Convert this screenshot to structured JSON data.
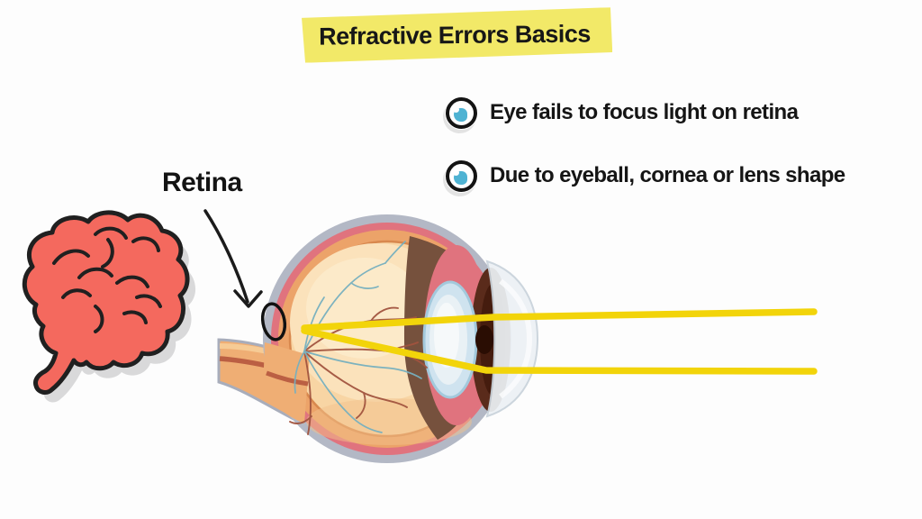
{
  "title": {
    "text": "Refractive Errors Basics"
  },
  "bullets": [
    {
      "icon": "eye-icon",
      "text": "Eye fails to focus light on retina"
    },
    {
      "icon": "eye-icon",
      "text": "Due to eyeball, cornea or lens shape"
    }
  ],
  "diagram": {
    "retina_label": "Retina",
    "parts": [
      "brain",
      "optic-nerve",
      "eyeball-cross-section",
      "lens",
      "cornea",
      "pupil",
      "retina-marker",
      "light-rays"
    ]
  },
  "colors": {
    "background": "#fdfdfd",
    "highlight_yellow": "#f2e968",
    "text_dark": "#171717",
    "ray_yellow": "#f2d40a",
    "brain_red": "#f4695e",
    "outline_dark": "#202020",
    "sclera_gray": "#b3b8c5",
    "choroid_pink": "#e0737e",
    "retina_orange": "#eca369",
    "vitreous_cream": "#f8d5a4",
    "lens_blue": "#cfe3ef",
    "iris_brown": "#76513d",
    "pupil_maroon": "#5a2b1b",
    "pupil_dark": "#2a0d03",
    "cornea_pale": "#ecf1f5",
    "vessel_red": "#a2543f",
    "vessel_blue": "#76b0bf",
    "nerve_tan": "#efae74",
    "nerve_stripe": "#bb5f43",
    "icon_teal": "#4fb3d3",
    "shadow_gray": "#d2d2d3"
  }
}
